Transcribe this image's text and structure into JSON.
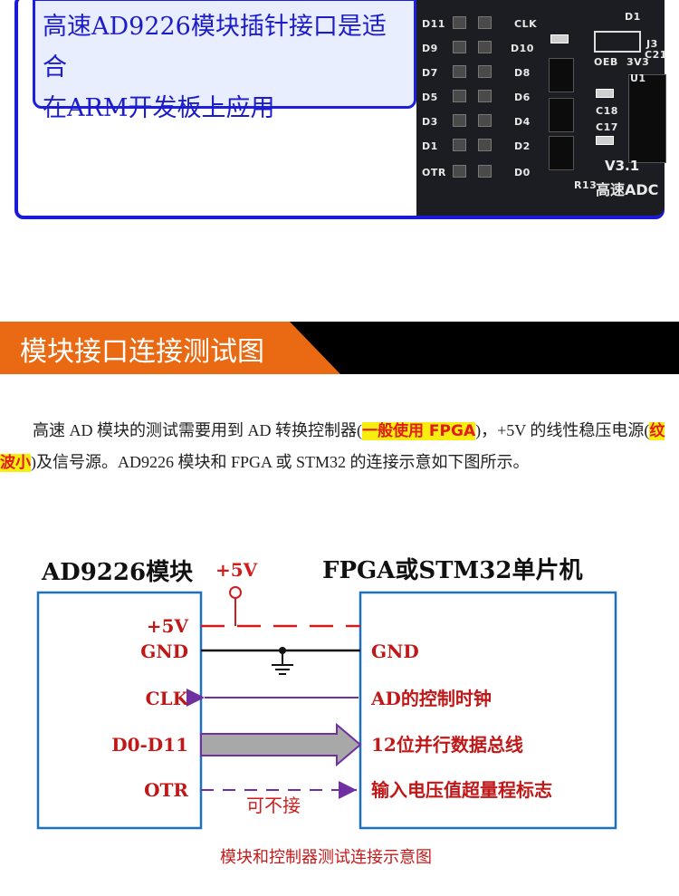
{
  "photo": {
    "caption": "高速AD9226模块插针接口是适合\n在ARM开发板上应用",
    "pin_labels": [
      "D11",
      "D9",
      "D7",
      "D5",
      "D3",
      "D1",
      "OTR"
    ],
    "pin_labels_right": [
      "CLK",
      "D10",
      "D8",
      "D6",
      "D4",
      "D2",
      "D0"
    ],
    "board_version": "V3.1",
    "board_name": "高速ADC",
    "silk": [
      "OEB",
      "3V3",
      "J3",
      "U1",
      "C18",
      "C17",
      "D1",
      "R13",
      "C21"
    ]
  },
  "section": {
    "title": "模块接口连接测试图"
  },
  "paragraph": {
    "p1": "高速 AD 模块的测试需要用到 AD 转换控制器(",
    "hl1": "一般使用 FPGA",
    "p2": ")，+5V 的线性稳压电源(",
    "hl2": "纹波小",
    "p3": ")及信号源。AD9226 模块和 FPGA 或 STM32 的连接示意如下图所示。"
  },
  "diagram": {
    "left_title": "AD9226模块",
    "supply_label": "+5V",
    "right_title": "FPGA或STM32单片机",
    "left_pins": [
      "+5V",
      "GND",
      "CLK",
      "D0-D11",
      "OTR"
    ],
    "right_pins": [
      "GND",
      "AD的控制时钟",
      "12位并行数据总线",
      "输入电压值超量程标志"
    ],
    "optional_note": "可不接",
    "caption": "模块和控制器测试连接示意图"
  }
}
